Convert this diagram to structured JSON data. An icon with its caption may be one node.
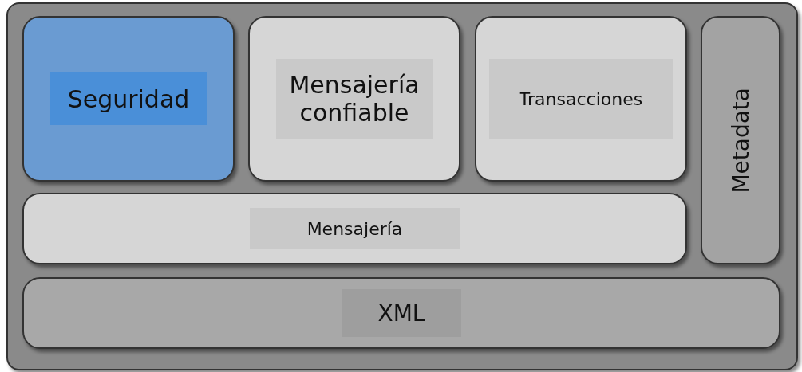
{
  "diagram": {
    "nodes": [
      {
        "text": [],
        "shape": "box"
      },
      {
        "text": [
          "Seguridad"
        ],
        "in": 0
      },
      {
        "text": [
          "Mensajería confiable"
        ],
        "in": 0
      },
      {
        "text": [
          "Transacciones"
        ],
        "in": 0
      },
      {
        "text": [
          "Metadata"
        ],
        "in": 0
      },
      {
        "text": [
          "Mensajería"
        ],
        "in": 0
      },
      {
        "text": [
          "XML"
        ],
        "in": 0
      }
    ]
  }
}
